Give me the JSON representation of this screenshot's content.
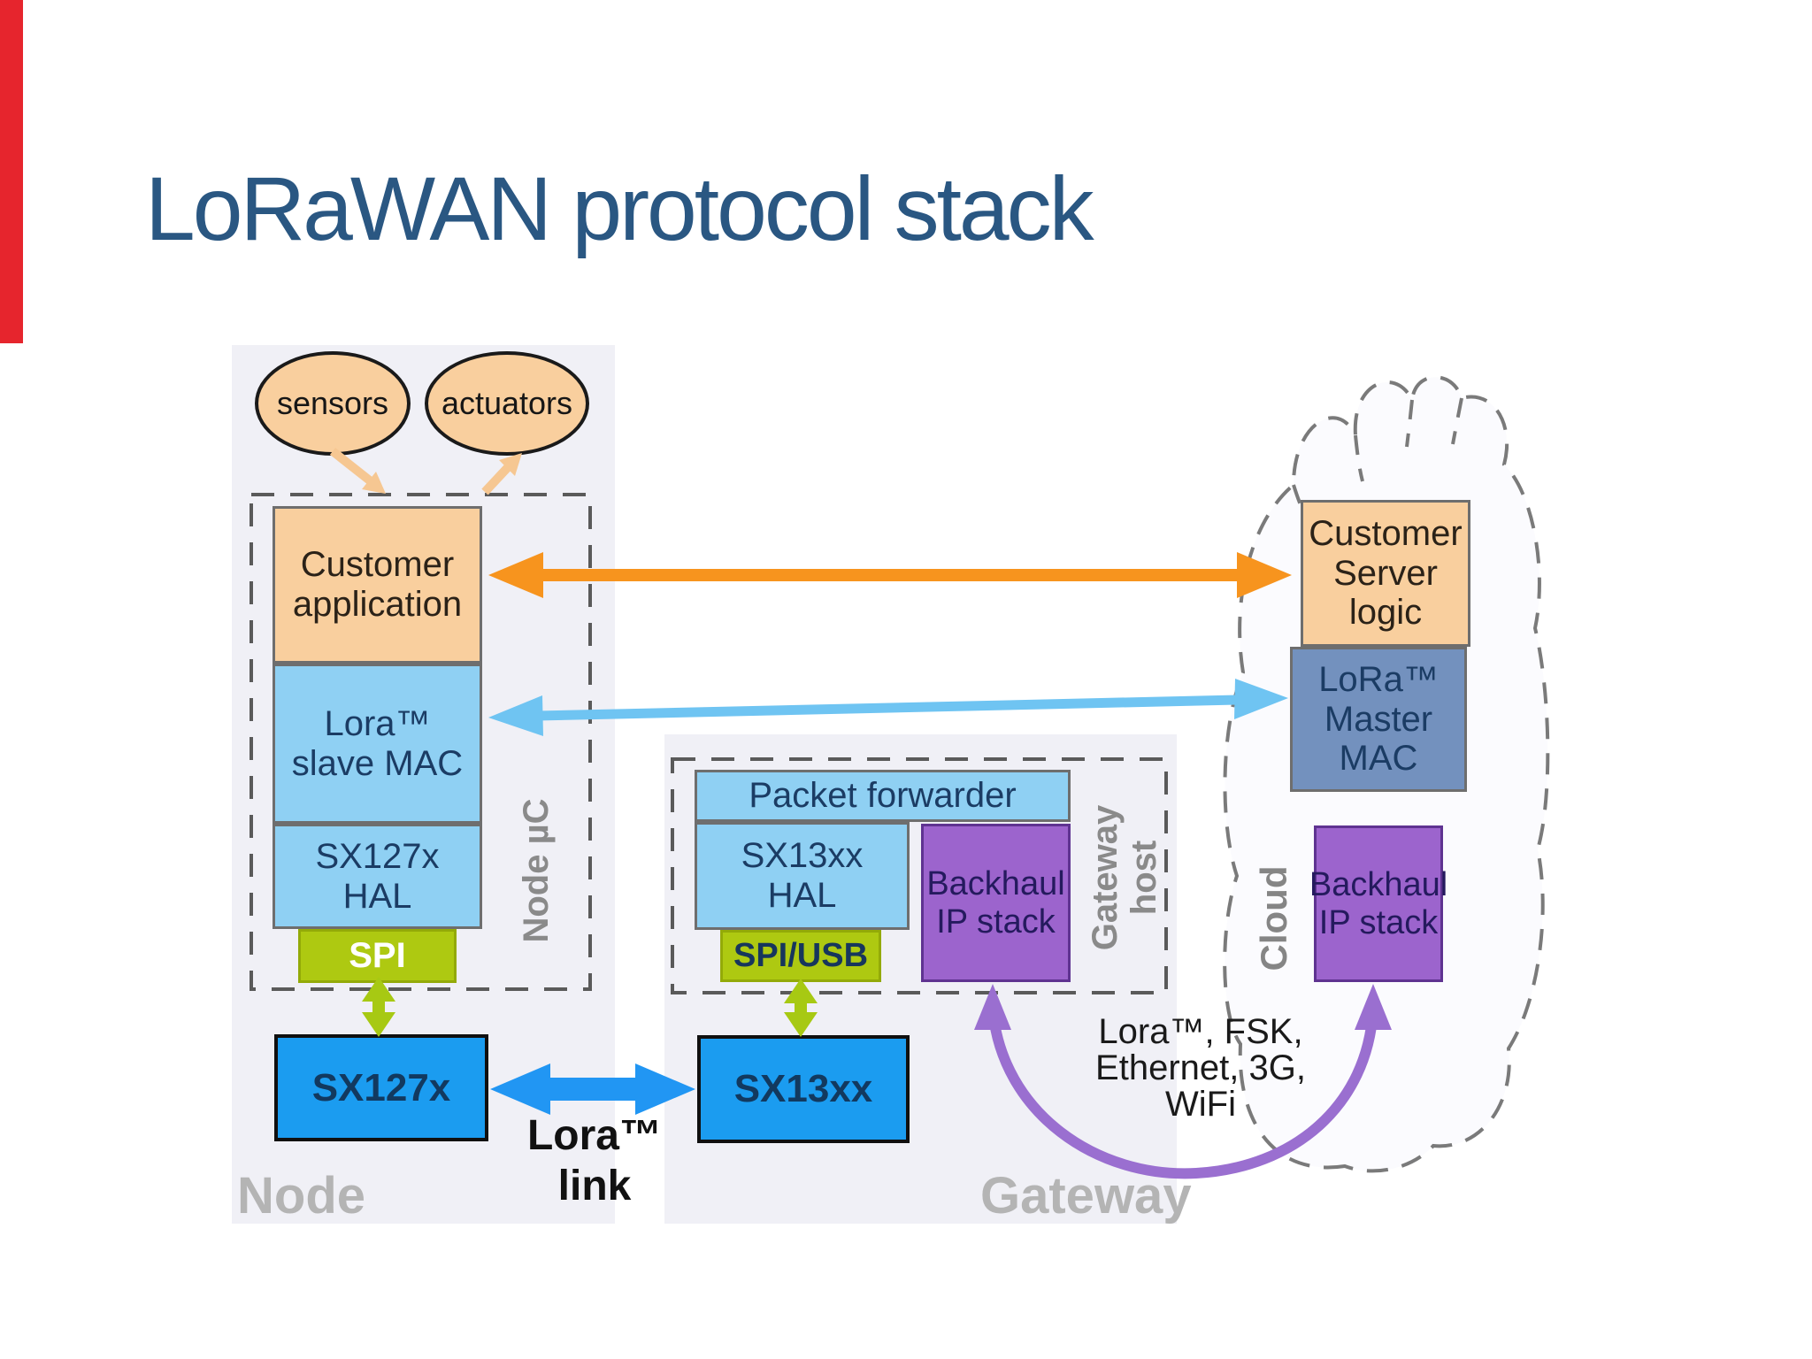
{
  "slide": {
    "title": "LoRaWAN protocol stack",
    "accent_bar_color": "#e6252d",
    "title_color": "#2a5782"
  },
  "node": {
    "region_label": "Node",
    "mcu_label": "Node µC",
    "sensors_label": "sensors",
    "actuators_label": "actuators",
    "customer_app": "Customer\napplication",
    "slave_mac": "Lora™\nslave MAC",
    "hal": "SX127x\nHAL",
    "spi": "SPI",
    "chip": "SX127x"
  },
  "gateway": {
    "region_label": "Gateway",
    "host_label": "Gateway\nhost",
    "packet_forwarder": "Packet forwarder",
    "hal": "SX13xx\nHAL",
    "spi_usb": "SPI/USB",
    "backhaul": "Backhaul\nIP stack",
    "chip": "SX13xx"
  },
  "cloud": {
    "label": "Cloud",
    "customer_server": "Customer\nServer\nlogic",
    "master_mac": "LoRa™\nMaster MAC",
    "backhaul": "Backhaul\nIP stack"
  },
  "links": {
    "lora_link": "Lora™\nlink",
    "backhaul_options": "Lora™, FSK,\nEthernet, 3G,\nWiFi"
  },
  "colors": {
    "peach": "#f9cf9e",
    "light_blue": "#8fd0f3",
    "steel_blue": "#7391be",
    "purple": "#9c64cd",
    "lime": "#aec911",
    "chip_blue": "#1b9cf0",
    "panel": "#f0f0f6",
    "orange_arrow": "#f7941e",
    "sky_arrow": "#6fc4f2",
    "green_arrow": "#a7c913",
    "link_arrow": "#2196f3",
    "purple_arrow": "#9a6fd0",
    "dashed_border": "#5a5a5a",
    "gray_label": "#8a8a8a"
  }
}
